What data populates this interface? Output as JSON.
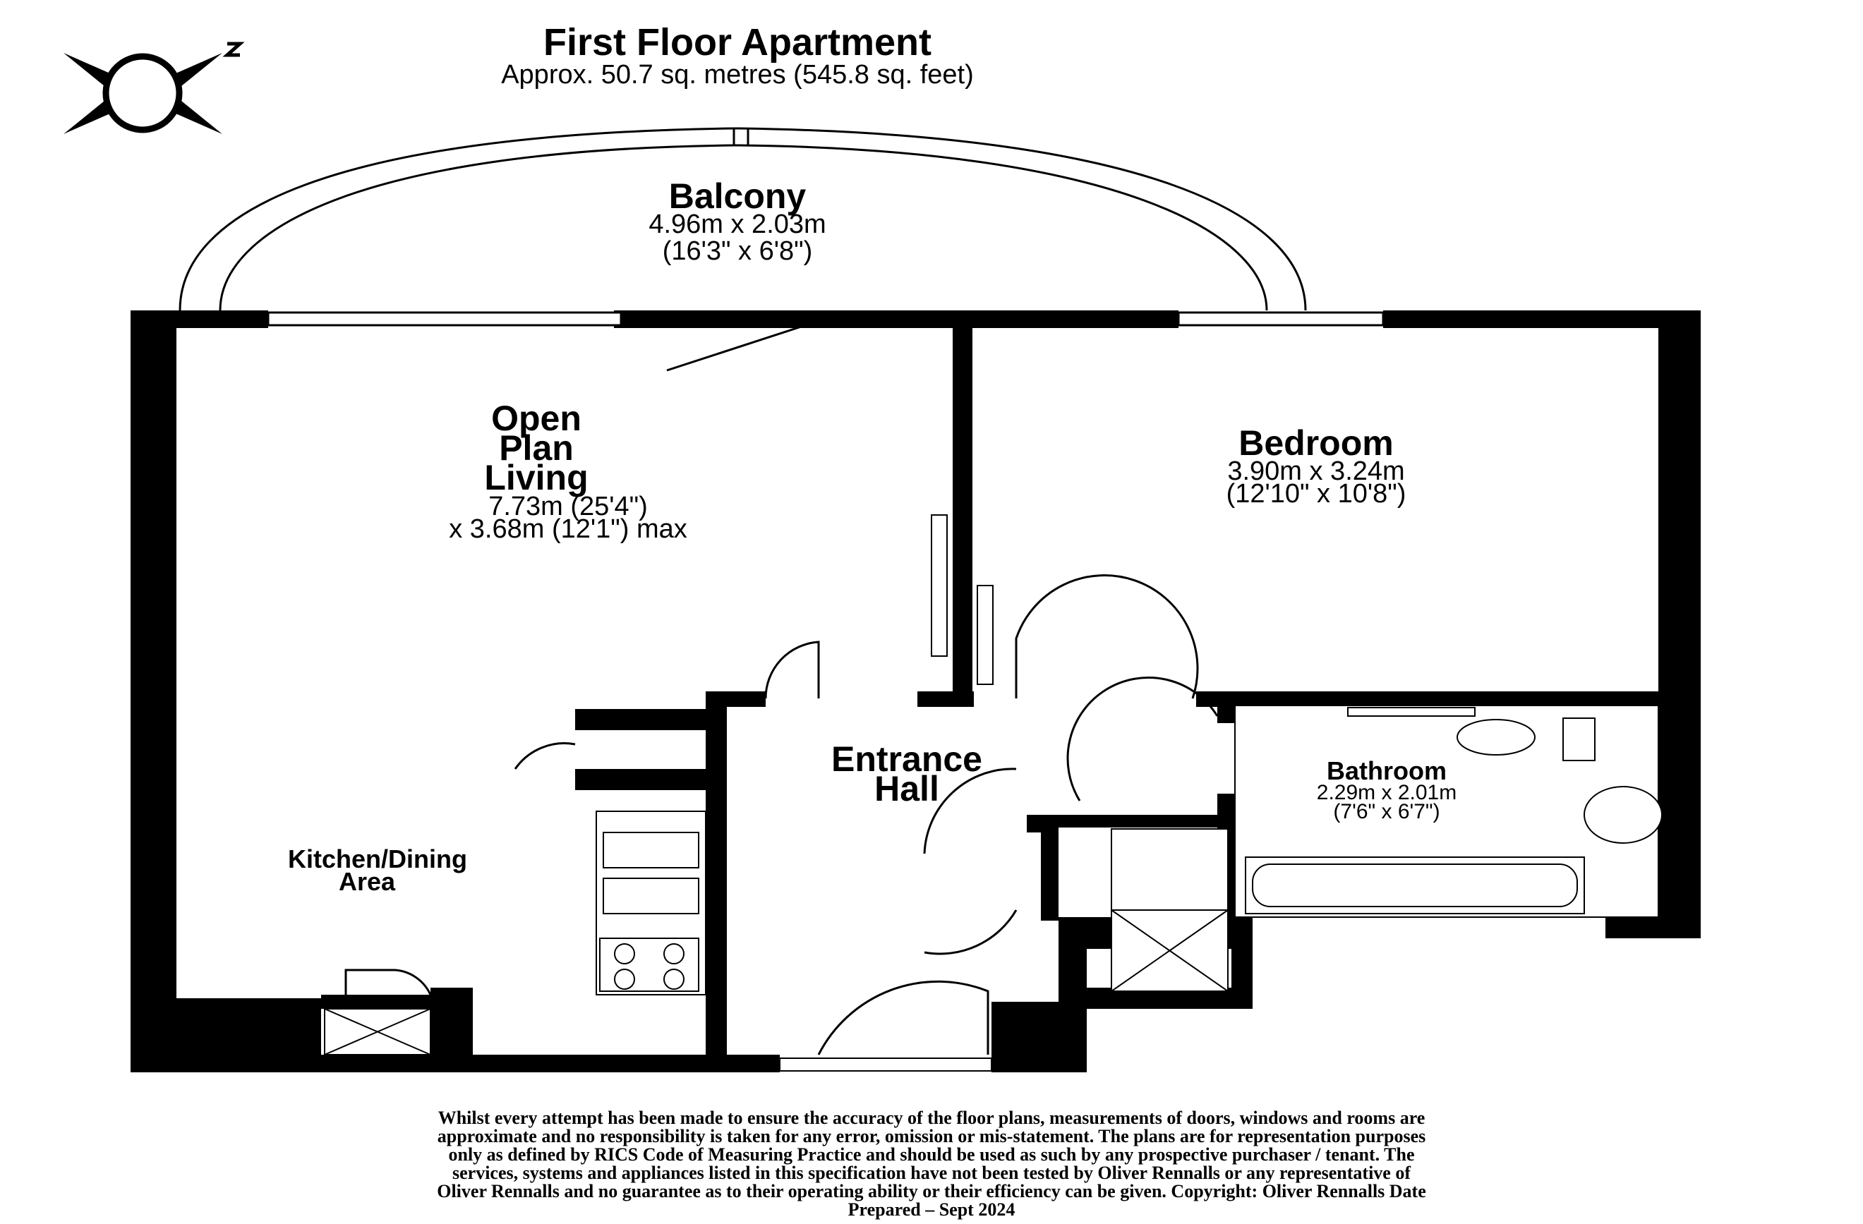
{
  "header": {
    "title": "First Floor Apartment",
    "area": "Approx. 50.7 sq. metres (545.8 sq. feet)"
  },
  "rooms": {
    "balcony": {
      "name": "Balcony",
      "dim_metric": "4.96m x 2.03m",
      "dim_imperial": "(16'3\" x 6'8\")"
    },
    "living": {
      "name_lines": [
        "Open",
        "Plan",
        "Living"
      ],
      "dim_line1": "7.73m (25'4\")",
      "dim_line2": "x 3.68m (12'1\") max"
    },
    "bedroom": {
      "name": "Bedroom",
      "dim_metric": "3.90m x 3.24m",
      "dim_imperial": "(12'10\" x 10'8\")"
    },
    "kitchen": {
      "name_line1": "Kitchen/Dining",
      "name_line2": "Area"
    },
    "hall": {
      "name_line1": "Entrance",
      "name_line2": "Hall"
    },
    "bathroom": {
      "name": "Bathroom",
      "dim_metric": "2.29m x 2.01m",
      "dim_imperial": "(7'6\" x 6'7\")"
    }
  },
  "disclaimer_lines": [
    "Whilst every attempt has been made to ensure the accuracy of the floor plans, measurements of doors, windows and rooms are",
    "approximate and no responsibility is taken for any error, omission or mis-statement. The plans are for representation purposes",
    "only as defined by RICS Code of Measuring Practice and should be used as such by any prospective purchaser / tenant. The",
    "services, systems and appliances listed in this specification have not been tested by Oliver Rennalls or any representative of",
    "Oliver Rennalls and no guarantee as to their operating ability or their efficiency can be given. Copyright: Oliver Rennalls Date",
    "Prepared – Sept 2024"
  ],
  "icons": {
    "compass": "compass-north-icon"
  },
  "colors": {
    "wall": "#000000",
    "background": "#ffffff"
  }
}
